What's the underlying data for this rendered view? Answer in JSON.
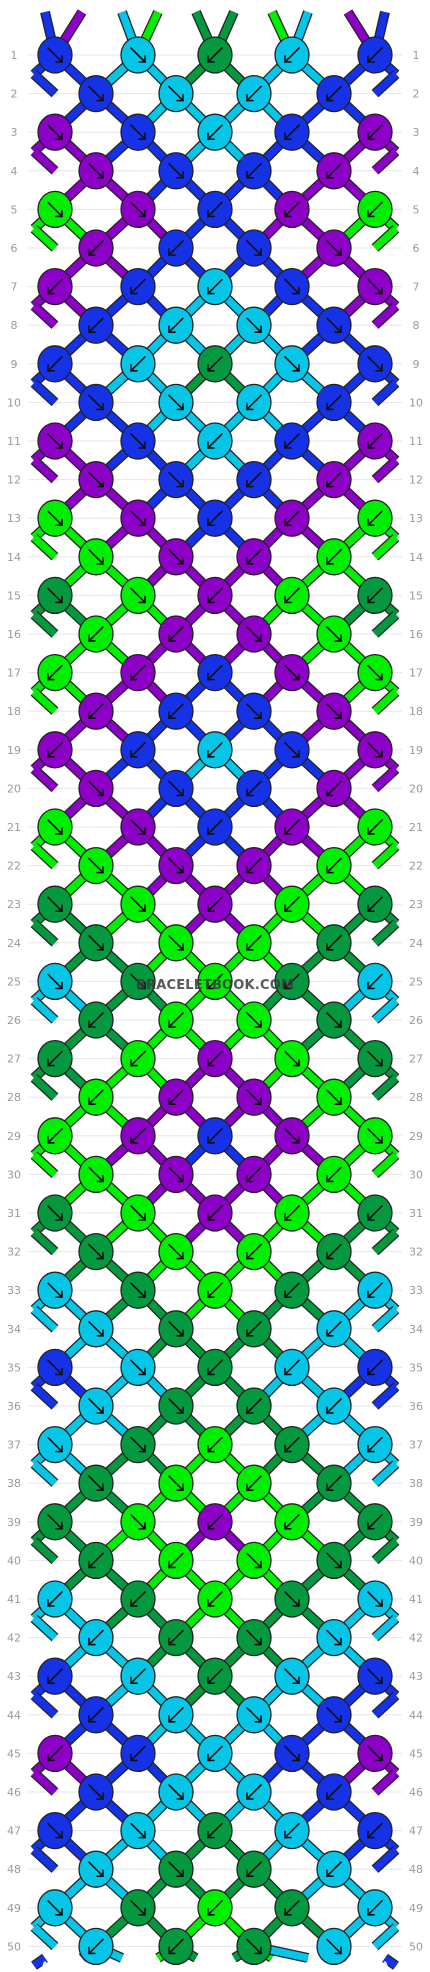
{
  "watermark": "BRACELETBOOK.COM",
  "strand_colors": {
    "A": "#1632e6",
    "B": "#8c00c7",
    "C": "#05c6e6",
    "D": "#00ef00",
    "E": "#04983f"
  },
  "top_strands": [
    "A",
    "B",
    "C",
    "D",
    "E",
    "E",
    "D",
    "C",
    "B",
    "A"
  ],
  "bottom_strands": [
    "A",
    "B",
    "C",
    "D",
    "E",
    "E",
    "D",
    "C",
    "B",
    "A"
  ],
  "row_count": 50,
  "row_numbers": [
    "1",
    "2",
    "3",
    "4",
    "5",
    "6",
    "7",
    "8",
    "9",
    "10",
    "11",
    "12",
    "13",
    "14",
    "15",
    "16",
    "17",
    "18",
    "19",
    "20",
    "21",
    "22",
    "23",
    "24",
    "25",
    "26",
    "27",
    "28",
    "29",
    "30",
    "31",
    "32",
    "33",
    "34",
    "35",
    "36",
    "37",
    "38",
    "39",
    "40",
    "41",
    "42",
    "43",
    "44",
    "45",
    "46",
    "47",
    "48",
    "49",
    "50"
  ],
  "knot_rows": [
    {
      "row": 1,
      "knots": [
        {
          "c": "A",
          "d": "br"
        },
        {
          "c": "C",
          "d": "br"
        },
        {
          "c": "E",
          "d": "bl"
        },
        {
          "c": "C",
          "d": "bl"
        },
        {
          "c": "A",
          "d": "bl"
        }
      ]
    },
    {
      "row": 2,
      "knots": [
        {
          "c": "A",
          "d": "br"
        },
        {
          "c": "C",
          "d": "br"
        },
        {
          "c": "C",
          "d": "bl"
        },
        {
          "c": "A",
          "d": "bl"
        }
      ]
    },
    {
      "row": 3,
      "knots": [
        {
          "c": "B",
          "d": "br"
        },
        {
          "c": "A",
          "d": "br"
        },
        {
          "c": "C",
          "d": "bl"
        },
        {
          "c": "A",
          "d": "bl"
        },
        {
          "c": "B",
          "d": "bl"
        }
      ]
    },
    {
      "row": 4,
      "knots": [
        {
          "c": "B",
          "d": "br"
        },
        {
          "c": "A",
          "d": "br"
        },
        {
          "c": "A",
          "d": "bl"
        },
        {
          "c": "B",
          "d": "bl"
        }
      ]
    },
    {
      "row": 5,
      "knots": [
        {
          "c": "D",
          "d": "br"
        },
        {
          "c": "B",
          "d": "br"
        },
        {
          "c": "A",
          "d": "bl"
        },
        {
          "c": "B",
          "d": "bl"
        },
        {
          "c": "D",
          "d": "bl"
        }
      ]
    },
    {
      "row": 6,
      "knots": [
        {
          "c": "B",
          "d": "bl"
        },
        {
          "c": "A",
          "d": "bl"
        },
        {
          "c": "A",
          "d": "br"
        },
        {
          "c": "B",
          "d": "br"
        }
      ]
    },
    {
      "row": 7,
      "knots": [
        {
          "c": "B",
          "d": "bl"
        },
        {
          "c": "A",
          "d": "bl"
        },
        {
          "c": "C",
          "d": "bl"
        },
        {
          "c": "A",
          "d": "br"
        },
        {
          "c": "B",
          "d": "br"
        }
      ]
    },
    {
      "row": 8,
      "knots": [
        {
          "c": "A",
          "d": "bl"
        },
        {
          "c": "C",
          "d": "bl"
        },
        {
          "c": "C",
          "d": "br"
        },
        {
          "c": "A",
          "d": "br"
        }
      ]
    },
    {
      "row": 9,
      "knots": [
        {
          "c": "A",
          "d": "bl"
        },
        {
          "c": "C",
          "d": "bl"
        },
        {
          "c": "E",
          "d": "bl"
        },
        {
          "c": "C",
          "d": "br"
        },
        {
          "c": "A",
          "d": "br"
        }
      ]
    },
    {
      "row": 10,
      "knots": [
        {
          "c": "A",
          "d": "br"
        },
        {
          "c": "C",
          "d": "br"
        },
        {
          "c": "C",
          "d": "bl"
        },
        {
          "c": "A",
          "d": "bl"
        }
      ]
    },
    {
      "row": 11,
      "knots": [
        {
          "c": "B",
          "d": "br"
        },
        {
          "c": "A",
          "d": "br"
        },
        {
          "c": "C",
          "d": "bl"
        },
        {
          "c": "A",
          "d": "bl"
        },
        {
          "c": "B",
          "d": "bl"
        }
      ]
    },
    {
      "row": 12,
      "knots": [
        {
          "c": "B",
          "d": "br"
        },
        {
          "c": "A",
          "d": "br"
        },
        {
          "c": "A",
          "d": "bl"
        },
        {
          "c": "B",
          "d": "bl"
        }
      ]
    },
    {
      "row": 13,
      "knots": [
        {
          "c": "D",
          "d": "br"
        },
        {
          "c": "B",
          "d": "br"
        },
        {
          "c": "A",
          "d": "bl"
        },
        {
          "c": "B",
          "d": "bl"
        },
        {
          "c": "D",
          "d": "bl"
        }
      ]
    },
    {
      "row": 14,
      "knots": [
        {
          "c": "D",
          "d": "br"
        },
        {
          "c": "B",
          "d": "br"
        },
        {
          "c": "B",
          "d": "bl"
        },
        {
          "c": "D",
          "d": "bl"
        }
      ]
    },
    {
      "row": 15,
      "knots": [
        {
          "c": "E",
          "d": "br"
        },
        {
          "c": "D",
          "d": "br"
        },
        {
          "c": "B",
          "d": "bl"
        },
        {
          "c": "D",
          "d": "bl"
        },
        {
          "c": "E",
          "d": "bl"
        }
      ]
    },
    {
      "row": 16,
      "knots": [
        {
          "c": "D",
          "d": "bl"
        },
        {
          "c": "B",
          "d": "bl"
        },
        {
          "c": "B",
          "d": "br"
        },
        {
          "c": "D",
          "d": "br"
        }
      ]
    },
    {
      "row": 17,
      "knots": [
        {
          "c": "D",
          "d": "bl"
        },
        {
          "c": "B",
          "d": "bl"
        },
        {
          "c": "A",
          "d": "bl"
        },
        {
          "c": "B",
          "d": "br"
        },
        {
          "c": "D",
          "d": "br"
        }
      ]
    },
    {
      "row": 18,
      "knots": [
        {
          "c": "B",
          "d": "bl"
        },
        {
          "c": "A",
          "d": "bl"
        },
        {
          "c": "A",
          "d": "br"
        },
        {
          "c": "B",
          "d": "br"
        }
      ]
    },
    {
      "row": 19,
      "knots": [
        {
          "c": "B",
          "d": "bl"
        },
        {
          "c": "A",
          "d": "bl"
        },
        {
          "c": "C",
          "d": "bl"
        },
        {
          "c": "A",
          "d": "br"
        },
        {
          "c": "B",
          "d": "br"
        }
      ]
    },
    {
      "row": 20,
      "knots": [
        {
          "c": "B",
          "d": "br"
        },
        {
          "c": "A",
          "d": "br"
        },
        {
          "c": "A",
          "d": "bl"
        },
        {
          "c": "B",
          "d": "bl"
        }
      ]
    },
    {
      "row": 21,
      "knots": [
        {
          "c": "D",
          "d": "br"
        },
        {
          "c": "B",
          "d": "br"
        },
        {
          "c": "A",
          "d": "bl"
        },
        {
          "c": "B",
          "d": "bl"
        },
        {
          "c": "D",
          "d": "bl"
        }
      ]
    },
    {
      "row": 22,
      "knots": [
        {
          "c": "D",
          "d": "br"
        },
        {
          "c": "B",
          "d": "br"
        },
        {
          "c": "B",
          "d": "bl"
        },
        {
          "c": "D",
          "d": "bl"
        }
      ]
    },
    {
      "row": 23,
      "knots": [
        {
          "c": "E",
          "d": "br"
        },
        {
          "c": "D",
          "d": "br"
        },
        {
          "c": "B",
          "d": "bl"
        },
        {
          "c": "D",
          "d": "bl"
        },
        {
          "c": "E",
          "d": "bl"
        }
      ]
    },
    {
      "row": 24,
      "knots": [
        {
          "c": "E",
          "d": "br"
        },
        {
          "c": "D",
          "d": "br"
        },
        {
          "c": "D",
          "d": "bl"
        },
        {
          "c": "E",
          "d": "bl"
        }
      ]
    },
    {
      "row": 25,
      "knots": [
        {
          "c": "C",
          "d": "br"
        },
        {
          "c": "E",
          "d": "br"
        },
        {
          "c": "D",
          "d": "bl"
        },
        {
          "c": "E",
          "d": "bl"
        },
        {
          "c": "C",
          "d": "bl"
        }
      ]
    },
    {
      "row": 26,
      "knots": [
        {
          "c": "E",
          "d": "bl"
        },
        {
          "c": "D",
          "d": "bl"
        },
        {
          "c": "D",
          "d": "br"
        },
        {
          "c": "E",
          "d": "br"
        }
      ]
    },
    {
      "row": 27,
      "knots": [
        {
          "c": "E",
          "d": "bl"
        },
        {
          "c": "D",
          "d": "bl"
        },
        {
          "c": "B",
          "d": "bl"
        },
        {
          "c": "D",
          "d": "br"
        },
        {
          "c": "E",
          "d": "br"
        }
      ]
    },
    {
      "row": 28,
      "knots": [
        {
          "c": "D",
          "d": "bl"
        },
        {
          "c": "B",
          "d": "bl"
        },
        {
          "c": "B",
          "d": "br"
        },
        {
          "c": "D",
          "d": "br"
        }
      ]
    },
    {
      "row": 29,
      "knots": [
        {
          "c": "D",
          "d": "bl"
        },
        {
          "c": "B",
          "d": "bl"
        },
        {
          "c": "A",
          "d": "bl"
        },
        {
          "c": "B",
          "d": "br"
        },
        {
          "c": "D",
          "d": "br"
        }
      ]
    },
    {
      "row": 30,
      "knots": [
        {
          "c": "D",
          "d": "br"
        },
        {
          "c": "B",
          "d": "br"
        },
        {
          "c": "B",
          "d": "bl"
        },
        {
          "c": "D",
          "d": "bl"
        }
      ]
    },
    {
      "row": 31,
      "knots": [
        {
          "c": "E",
          "d": "br"
        },
        {
          "c": "D",
          "d": "br"
        },
        {
          "c": "B",
          "d": "bl"
        },
        {
          "c": "D",
          "d": "bl"
        },
        {
          "c": "E",
          "d": "bl"
        }
      ]
    },
    {
      "row": 32,
      "knots": [
        {
          "c": "E",
          "d": "br"
        },
        {
          "c": "D",
          "d": "br"
        },
        {
          "c": "D",
          "d": "bl"
        },
        {
          "c": "E",
          "d": "bl"
        }
      ]
    },
    {
      "row": 33,
      "knots": [
        {
          "c": "C",
          "d": "br"
        },
        {
          "c": "E",
          "d": "br"
        },
        {
          "c": "D",
          "d": "bl"
        },
        {
          "c": "E",
          "d": "bl"
        },
        {
          "c": "C",
          "d": "bl"
        }
      ]
    },
    {
      "row": 34,
      "knots": [
        {
          "c": "C",
          "d": "br"
        },
        {
          "c": "E",
          "d": "br"
        },
        {
          "c": "E",
          "d": "bl"
        },
        {
          "c": "C",
          "d": "bl"
        }
      ]
    },
    {
      "row": 35,
      "knots": [
        {
          "c": "A",
          "d": "br"
        },
        {
          "c": "C",
          "d": "br"
        },
        {
          "c": "E",
          "d": "bl"
        },
        {
          "c": "C",
          "d": "bl"
        },
        {
          "c": "A",
          "d": "bl"
        }
      ]
    },
    {
      "row": 36,
      "knots": [
        {
          "c": "C",
          "d": "br"
        },
        {
          "c": "E",
          "d": "br"
        },
        {
          "c": "E",
          "d": "bl"
        },
        {
          "c": "C",
          "d": "bl"
        }
      ]
    },
    {
      "row": 37,
      "knots": [
        {
          "c": "C",
          "d": "br"
        },
        {
          "c": "E",
          "d": "br"
        },
        {
          "c": "D",
          "d": "bl"
        },
        {
          "c": "E",
          "d": "bl"
        },
        {
          "c": "C",
          "d": "bl"
        }
      ]
    },
    {
      "row": 38,
      "knots": [
        {
          "c": "E",
          "d": "br"
        },
        {
          "c": "D",
          "d": "br"
        },
        {
          "c": "D",
          "d": "bl"
        },
        {
          "c": "E",
          "d": "bl"
        }
      ]
    },
    {
      "row": 39,
      "knots": [
        {
          "c": "E",
          "d": "br"
        },
        {
          "c": "D",
          "d": "br"
        },
        {
          "c": "B",
          "d": "bl"
        },
        {
          "c": "D",
          "d": "bl"
        },
        {
          "c": "E",
          "d": "bl"
        }
      ]
    },
    {
      "row": 40,
      "knots": [
        {
          "c": "E",
          "d": "bl"
        },
        {
          "c": "D",
          "d": "bl"
        },
        {
          "c": "D",
          "d": "br"
        },
        {
          "c": "E",
          "d": "br"
        }
      ]
    },
    {
      "row": 41,
      "knots": [
        {
          "c": "C",
          "d": "bl"
        },
        {
          "c": "E",
          "d": "bl"
        },
        {
          "c": "D",
          "d": "bl"
        },
        {
          "c": "E",
          "d": "br"
        },
        {
          "c": "C",
          "d": "br"
        }
      ]
    },
    {
      "row": 42,
      "knots": [
        {
          "c": "C",
          "d": "bl"
        },
        {
          "c": "E",
          "d": "bl"
        },
        {
          "c": "E",
          "d": "br"
        },
        {
          "c": "C",
          "d": "br"
        }
      ]
    },
    {
      "row": 43,
      "knots": [
        {
          "c": "A",
          "d": "bl"
        },
        {
          "c": "C",
          "d": "bl"
        },
        {
          "c": "E",
          "d": "bl"
        },
        {
          "c": "C",
          "d": "br"
        },
        {
          "c": "A",
          "d": "br"
        }
      ]
    },
    {
      "row": 44,
      "knots": [
        {
          "c": "A",
          "d": "bl"
        },
        {
          "c": "C",
          "d": "bl"
        },
        {
          "c": "C",
          "d": "br"
        },
        {
          "c": "A",
          "d": "br"
        }
      ]
    },
    {
      "row": 45,
      "knots": [
        {
          "c": "B",
          "d": "bl"
        },
        {
          "c": "A",
          "d": "bl"
        },
        {
          "c": "C",
          "d": "bl"
        },
        {
          "c": "A",
          "d": "br"
        },
        {
          "c": "B",
          "d": "br"
        }
      ]
    },
    {
      "row": 46,
      "knots": [
        {
          "c": "A",
          "d": "br"
        },
        {
          "c": "C",
          "d": "br"
        },
        {
          "c": "C",
          "d": "bl"
        },
        {
          "c": "A",
          "d": "bl"
        }
      ]
    },
    {
      "row": 47,
      "knots": [
        {
          "c": "A",
          "d": "br"
        },
        {
          "c": "C",
          "d": "br"
        },
        {
          "c": "E",
          "d": "bl"
        },
        {
          "c": "C",
          "d": "bl"
        },
        {
          "c": "A",
          "d": "bl"
        }
      ]
    },
    {
      "row": 48,
      "knots": [
        {
          "c": "C",
          "d": "br"
        },
        {
          "c": "E",
          "d": "br"
        },
        {
          "c": "E",
          "d": "bl"
        },
        {
          "c": "C",
          "d": "bl"
        }
      ]
    },
    {
      "row": 49,
      "knots": [
        {
          "c": "C",
          "d": "br"
        },
        {
          "c": "E",
          "d": "br"
        },
        {
          "c": "D",
          "d": "bl"
        },
        {
          "c": "E",
          "d": "bl"
        },
        {
          "c": "C",
          "d": "bl"
        }
      ]
    },
    {
      "row": 50,
      "knots": [
        {
          "c": "C",
          "d": "bl"
        },
        {
          "c": "E",
          "d": "bl"
        },
        {
          "c": "E",
          "d": "br"
        },
        {
          "c": "C",
          "d": "br"
        }
      ]
    }
  ]
}
